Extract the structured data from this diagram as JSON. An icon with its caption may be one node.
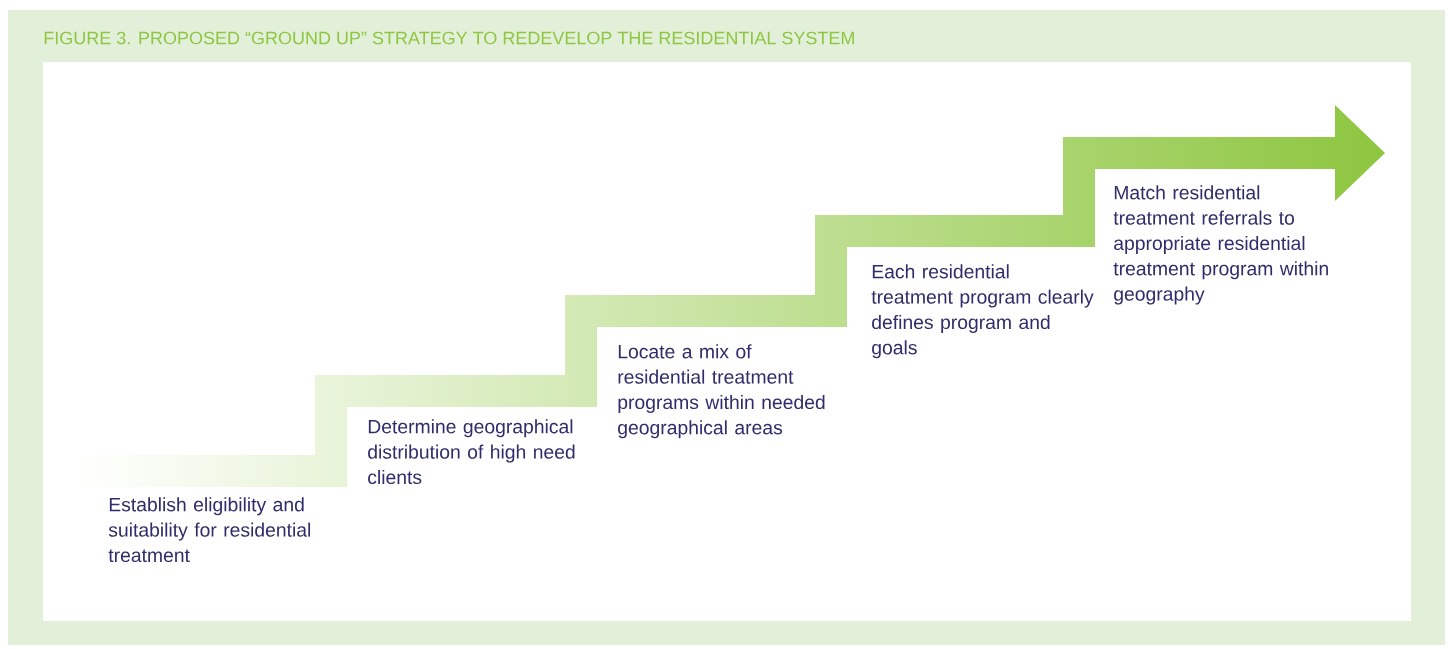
{
  "diagram": {
    "title": "FIGURE 3. PROPOSED “GROUND UP” STRATEGY TO REDEVELOP THE RESIDENTIAL SYSTEM",
    "labels": [
      "Establish eligibility and suitability for residential treatment",
      "Determine geographical distribution of high need clients",
      "Locate a mix of residential treatment programs within needed geographical areas",
      "Each residential treatment program clearly defines program and goals",
      "Match residential treatment referrals to appropriate residential treatment program within geography"
    ]
  }
}
